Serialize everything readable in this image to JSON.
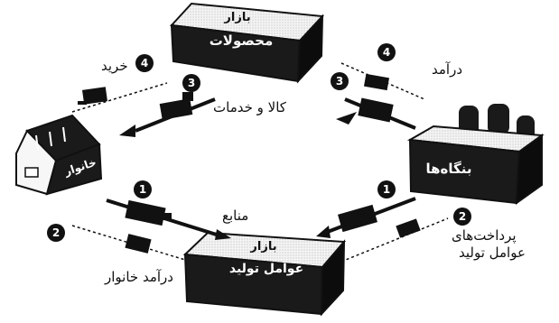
{
  "markets": {
    "products": {
      "line1": "بازار",
      "line2": "محصولات"
    },
    "factors": {
      "line1": "بازار",
      "line2": "عوامل تولید"
    }
  },
  "actors": {
    "firms": "بنگاه‌ها",
    "household": "خانوار"
  },
  "flows": {
    "purchase": "خرید",
    "goods_services": "کالا و خدمات",
    "income": "درآمد",
    "resources": "منابع",
    "household_income": "درآمد خانوار",
    "factor_payments_l1": "پرداخت‌های",
    "factor_payments_l2": "عوامل تولید"
  },
  "badges": {
    "one": "1",
    "two": "2",
    "three": "3",
    "four": "4"
  },
  "colors": {
    "ink": "#111111",
    "paper": "#ffffff",
    "box": "#1a1a1a",
    "box_top": "#f2f2f2"
  }
}
